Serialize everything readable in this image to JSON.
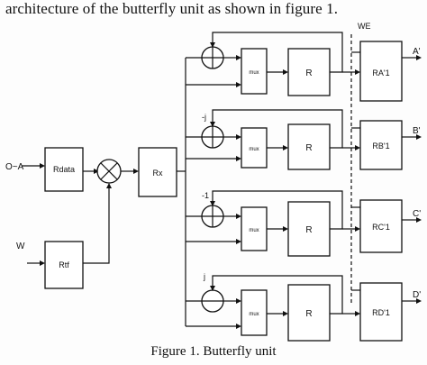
{
  "paper": {
    "body_text": "architecture of the butterfly unit as shown in figure 1.",
    "caption": "Figure 1. Butterfly unit"
  },
  "diagram": {
    "inputs": {
      "a": "O~A",
      "w": "W"
    },
    "blocks": {
      "rdata": "Rdata",
      "rtf": "Rtf",
      "rx": "Rx",
      "mux_label": "mux",
      "reg_label": "R",
      "ra": "RA'1",
      "rb": "RB'1",
      "rc": "RC'1",
      "rd": "RD'1"
    },
    "factors": {
      "b": "-j",
      "c": "-1",
      "d": "j"
    },
    "control": {
      "we": "WE"
    },
    "outputs": {
      "a": "A'",
      "b": "B'",
      "c": "C'",
      "d": "D'"
    }
  }
}
